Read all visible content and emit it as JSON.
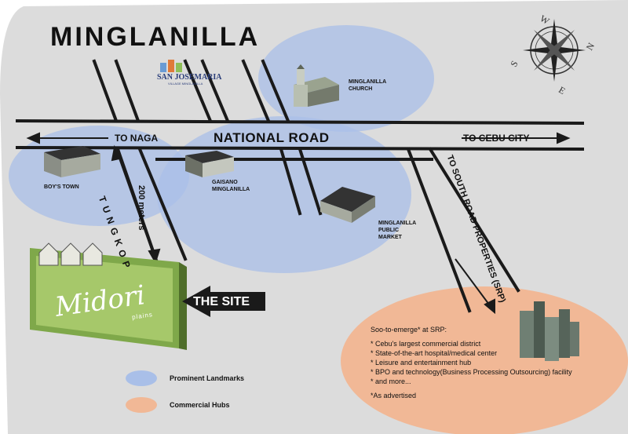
{
  "title": "MINGLANILLA",
  "brand": {
    "name": "SAN JOSEMARIA",
    "tagline": "VILLAGE MINGLANILLA"
  },
  "roads": {
    "national_road": "NATIONAL ROAD",
    "to_naga": "TO NAGA",
    "to_cebu": "TO CEBU CITY",
    "tungkop": "TUNGKOP",
    "to_srp": "TO SOUTH ROAD PROPERTIES (SRP)",
    "distance": "200 meters"
  },
  "landmarks": [
    {
      "name": "MINGLANILLA CHURCH"
    },
    {
      "name": "BOY'S TOWN"
    },
    {
      "name": "GAISANO MINGLANILLA"
    },
    {
      "name": "MINGLANILLA PUBLIC MARKET"
    }
  ],
  "site": {
    "label": "THE SITE",
    "logo_text": "Midori",
    "logo_sub": "plains"
  },
  "srp": {
    "heading": "Soo-to-emerge* at SRP:",
    "items": [
      "Cebu's largest commercial district",
      "State-of-the-art hospital/medical center",
      "Leisure and entertainment hub",
      "BPO and technology(Business Processing Outsourcing) facility",
      "and more..."
    ],
    "note": "*As advertised"
  },
  "compass": {
    "w": "W",
    "n": "N",
    "s": "S",
    "e": "E"
  },
  "legend": {
    "landmarks": "Prominent Landmarks",
    "hubs": "Commercial Hubs"
  },
  "colors": {
    "background": "#dcdcdc",
    "landmark_zone": "#a9bfe8",
    "commercial_zone": "#f1b896",
    "road": "#1a1a1a",
    "site_green": "#7fa84a"
  }
}
